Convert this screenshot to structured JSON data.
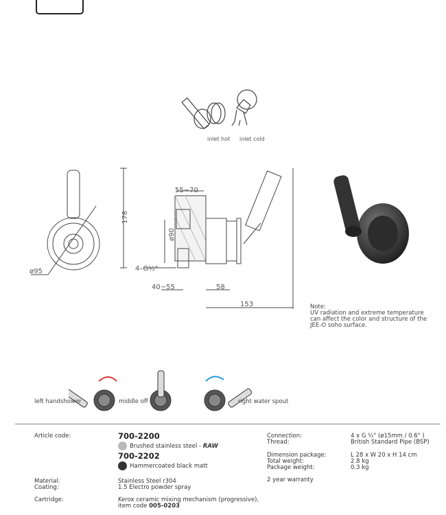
{
  "note": {
    "title": "Note:",
    "lines": [
      "UV radiation and extreme temperature",
      "can affect the color and structure of the",
      "JEE-O soho surface."
    ]
  },
  "install": {
    "inlet_hot": "inlet hot",
    "inlet_cold": "inlet cold"
  },
  "dims": {
    "height": "178",
    "diameter": "ø95",
    "range_top": "55~70",
    "plate": "ø90",
    "thread": "4–G½\"",
    "range_bottom": "40~55",
    "depth": "58",
    "reach": "153"
  },
  "positions": {
    "left": "left handshower",
    "middle": "middle off",
    "right": "right water spout"
  },
  "specs": {
    "article_label": "Article code:",
    "codes": [
      {
        "code": "700-2200",
        "desc": "Brushed stainless steel - ",
        "desc_em": "RAW",
        "color": "#b9b9b9"
      },
      {
        "code": "700-2202",
        "desc": "Hammercoated black matt",
        "desc_em": "",
        "color": "#333333"
      }
    ],
    "material_label": "Material:",
    "coating_label": "Coating:",
    "material_value": "Stainless Steel r304",
    "coating_value": "1.5 Electro powder spray",
    "cartridge_label": "Cartridge:",
    "cartridge_value": "Kerox ceramic mixing mechanism (progressive),",
    "item_code_prefix": "item code ",
    "item_code": "005-0203",
    "connection_label": "Connection:",
    "thread_label": "Thread:",
    "connection_value": "4 x G ½\" (ø15mm / 0.6\" )",
    "thread_value": "British Standard Pipe (BSP)",
    "dim_pkg_label": "Dimension package:",
    "total_weight_label": "Total weight:",
    "pkg_weight_label": "Package weight:",
    "dim_pkg_value": "L 28 x W 20 x H 14 cm",
    "total_weight_value": "2.8 kg",
    "pkg_weight_value": "0.3 kg",
    "warranty": "2 year warranty"
  }
}
